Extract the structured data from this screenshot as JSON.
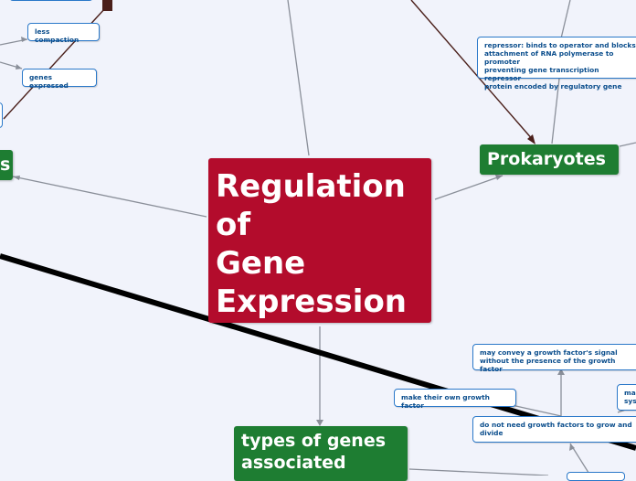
{
  "central": {
    "title": "Regulation\nof\nGene\nExpression"
  },
  "main_topics": {
    "prokaryotes": "Prokaryotes",
    "left_partial": "s",
    "types_of_genes": "types of genes\nassociated"
  },
  "subtopics": {
    "repressor": "repressor: binds to operator and blocks\nattachment of RNA polymerase to promoter\npreventing gene transcription repressor\nprotein encoded by regulatory gene",
    "less_compaction": "less compaction",
    "genes_expressed": "genes expressed",
    "growth_signal": "may convey a growth factor's signal\nwithout the presence of the growth factor",
    "own_growth_factor": "make their own growth factor",
    "no_growth_factors": "do not need growth factors to grow and\ndivide",
    "partial_right": "ma\nsys"
  },
  "colors": {
    "background": "#f1f3fb",
    "central": "#b30c2c",
    "main_topic": "#1e7d32",
    "subtopic_border": "#2a78c9",
    "subtopic_text": "#0a4d8c",
    "connector": "#8a8f99",
    "relationship": "#4a1f1a",
    "thick_line": "#000000"
  }
}
